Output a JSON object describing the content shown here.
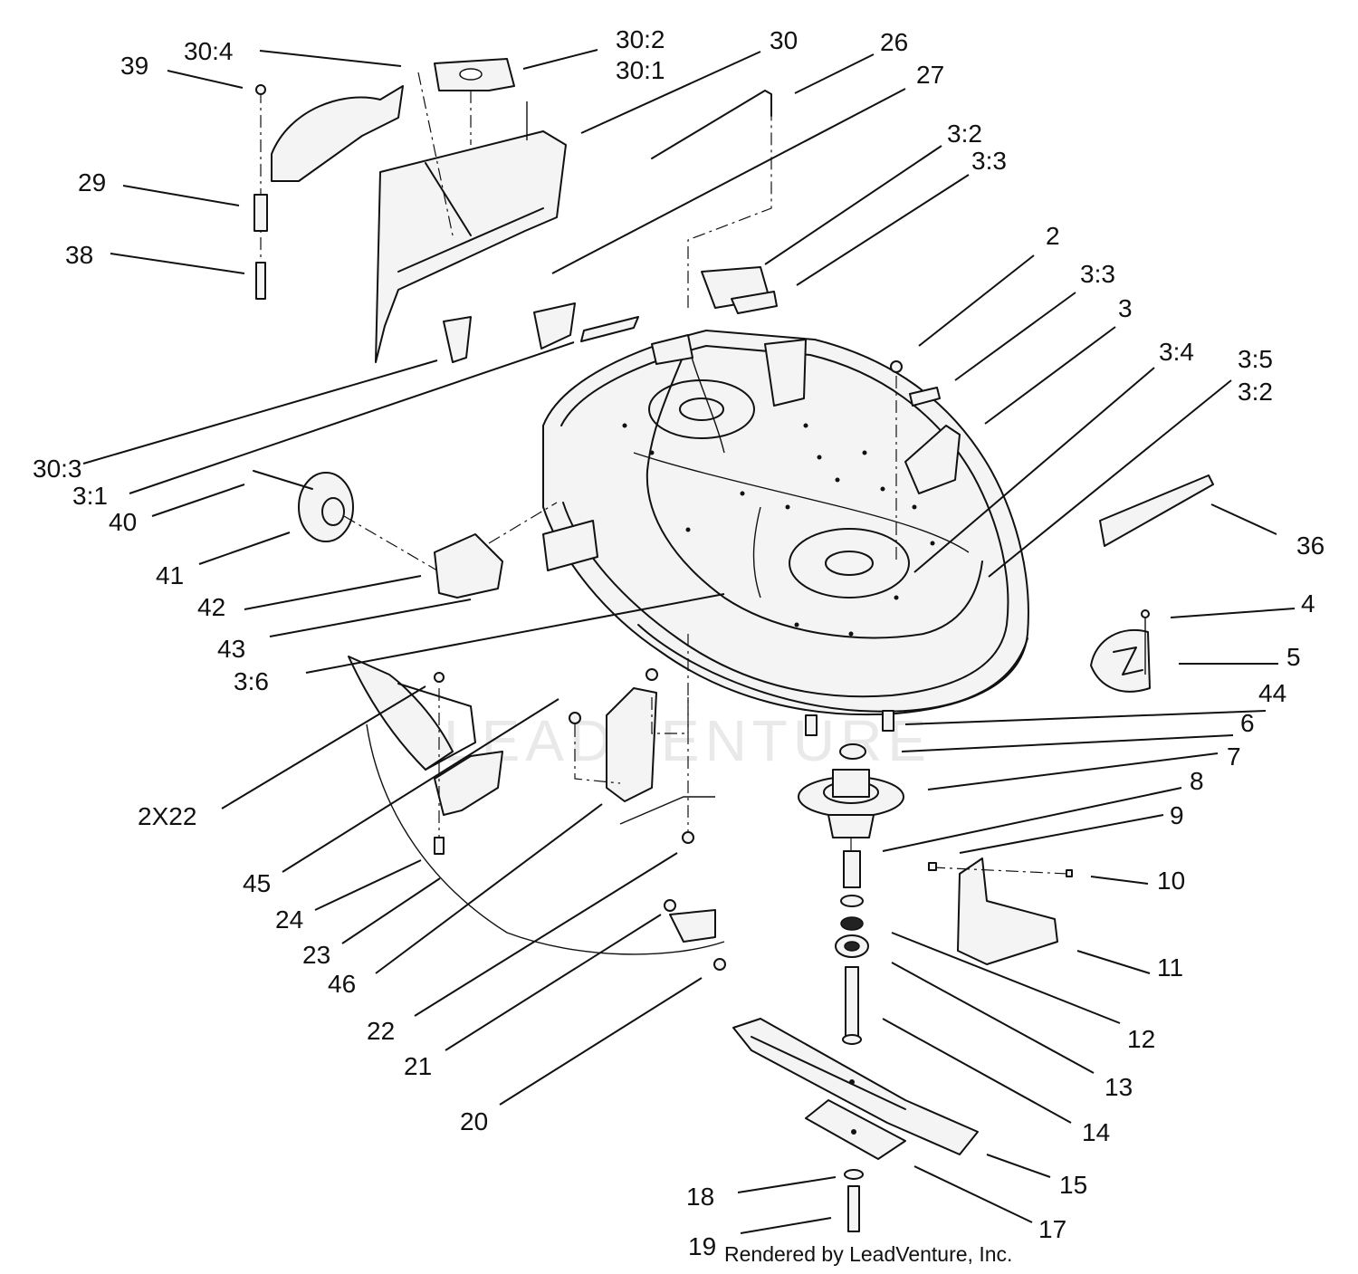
{
  "watermark": "LEADVENTURE",
  "credit": "Rendered by LeadVenture, Inc.",
  "callouts": [
    {
      "id": "39",
      "label": "39"
    },
    {
      "id": "30-4",
      "label": "30:4"
    },
    {
      "id": "30-2",
      "label": "30:2"
    },
    {
      "id": "30-1",
      "label": "30:1"
    },
    {
      "id": "30",
      "label": "30"
    },
    {
      "id": "26",
      "label": "26"
    },
    {
      "id": "27",
      "label": "27"
    },
    {
      "id": "29",
      "label": "29"
    },
    {
      "id": "38",
      "label": "38"
    },
    {
      "id": "3-2-top",
      "label": "3:2"
    },
    {
      "id": "3-3-top",
      "label": "3:3"
    },
    {
      "id": "2",
      "label": "2"
    },
    {
      "id": "3-3-right",
      "label": "3:3"
    },
    {
      "id": "3",
      "label": "3"
    },
    {
      "id": "3-4",
      "label": "3:4"
    },
    {
      "id": "3-5",
      "label": "3:5"
    },
    {
      "id": "3-2-right",
      "label": "3:2"
    },
    {
      "id": "30-3",
      "label": "30:3"
    },
    {
      "id": "3-1",
      "label": "3:1"
    },
    {
      "id": "40",
      "label": "40"
    },
    {
      "id": "36",
      "label": "36"
    },
    {
      "id": "41",
      "label": "41"
    },
    {
      "id": "42",
      "label": "42"
    },
    {
      "id": "4",
      "label": "4"
    },
    {
      "id": "43",
      "label": "43"
    },
    {
      "id": "5",
      "label": "5"
    },
    {
      "id": "3-6",
      "label": "3:6"
    },
    {
      "id": "44",
      "label": "44"
    },
    {
      "id": "6",
      "label": "6"
    },
    {
      "id": "7",
      "label": "7"
    },
    {
      "id": "8",
      "label": "8"
    },
    {
      "id": "2x22",
      "label": "2X22"
    },
    {
      "id": "9",
      "label": "9"
    },
    {
      "id": "10",
      "label": "10"
    },
    {
      "id": "45",
      "label": "45"
    },
    {
      "id": "24",
      "label": "24"
    },
    {
      "id": "23",
      "label": "23"
    },
    {
      "id": "46",
      "label": "46"
    },
    {
      "id": "11",
      "label": "11"
    },
    {
      "id": "12",
      "label": "12"
    },
    {
      "id": "13",
      "label": "13"
    },
    {
      "id": "22",
      "label": "22"
    },
    {
      "id": "21",
      "label": "21"
    },
    {
      "id": "14",
      "label": "14"
    },
    {
      "id": "20",
      "label": "20"
    },
    {
      "id": "15",
      "label": "15"
    },
    {
      "id": "18",
      "label": "18"
    },
    {
      "id": "17",
      "label": "17"
    },
    {
      "id": "19",
      "label": "19"
    }
  ]
}
